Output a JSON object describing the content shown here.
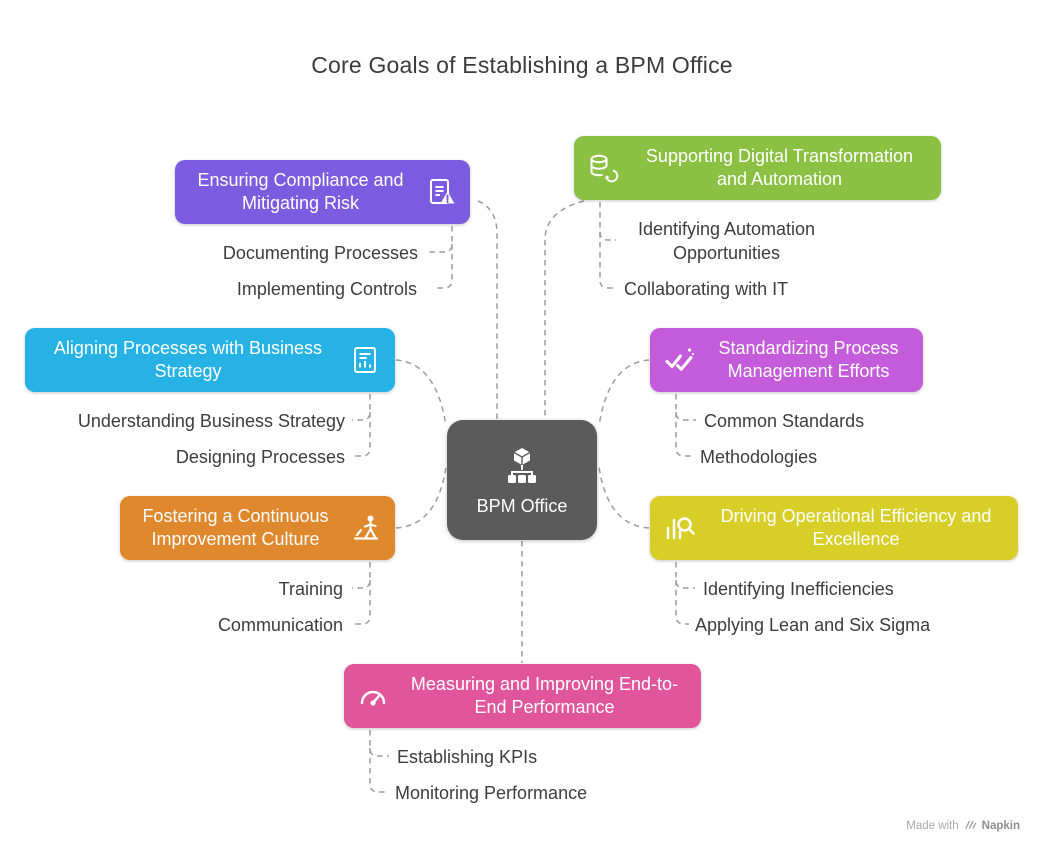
{
  "title": "Core Goals of Establishing a BPM Office",
  "center": {
    "label": "BPM Office",
    "icon": "hierarchy-icon",
    "color": "#5b5b5b"
  },
  "branches": [
    {
      "id": "compliance",
      "title": "Ensuring Compliance and Mitigating Risk",
      "icon": "clipboard-warning-icon",
      "color": "#7b5ce0",
      "items": [
        "Documenting Processes",
        "Implementing Controls"
      ]
    },
    {
      "id": "digital_transformation",
      "title": "Supporting Digital Transformation and Automation",
      "icon": "automation-database-icon",
      "color": "#8bc043",
      "items": [
        "Identifying Automation Opportunities",
        "Collaborating with IT"
      ]
    },
    {
      "id": "alignment",
      "title": "Aligning Processes with Business Strategy",
      "icon": "strategy-document-icon",
      "color": "#27b2e5",
      "items": [
        "Understanding Business Strategy",
        "Designing Processes"
      ]
    },
    {
      "id": "standardization",
      "title": "Standardizing Process Management Efforts",
      "icon": "double-check-icon",
      "color": "#c45bdb",
      "items": [
        "Common Standards",
        "Methodologies"
      ]
    },
    {
      "id": "culture",
      "title": "Fostering a Continuous Improvement Culture",
      "icon": "improvement-person-icon",
      "color": "#e0882d",
      "items": [
        "Training",
        "Communication"
      ]
    },
    {
      "id": "efficiency",
      "title": "Driving Operational Efficiency and Excellence",
      "icon": "chart-magnifier-icon",
      "color": "#d8ce28",
      "items": [
        "Identifying Inefficiencies",
        "Applying Lean and Six Sigma"
      ]
    },
    {
      "id": "performance",
      "title": "Measuring and Improving End-to-End Performance",
      "icon": "gauge-icon",
      "color": "#e0559b",
      "items": [
        "Establishing KPIs",
        "Monitoring Performance"
      ]
    }
  ],
  "palette": {
    "connector": "#9c9c9c",
    "center": "#5b5b5b"
  },
  "watermark": {
    "prefix": "Made with",
    "brand": "Napkin"
  }
}
